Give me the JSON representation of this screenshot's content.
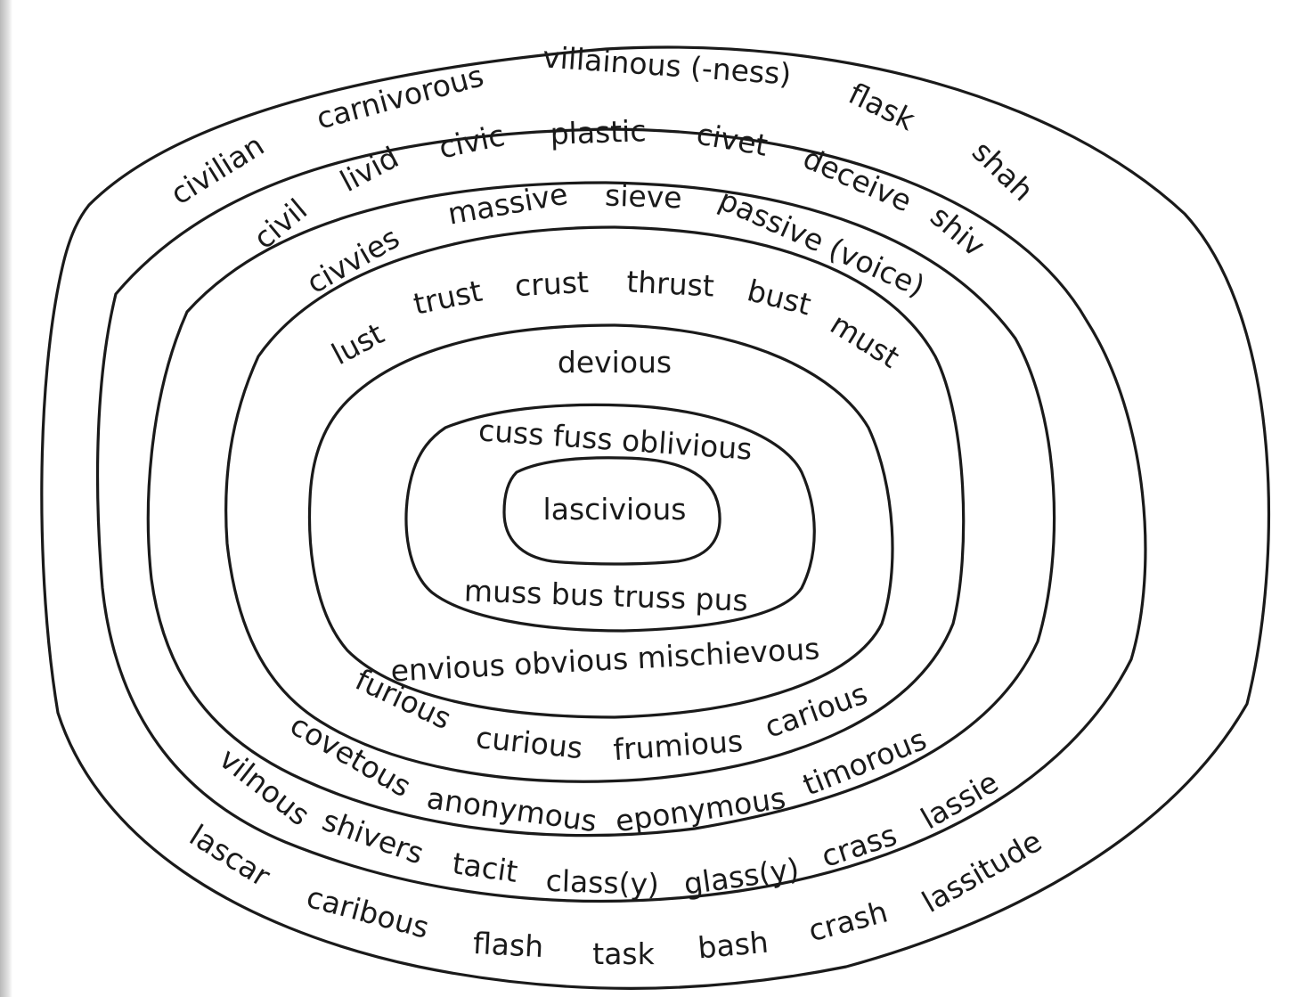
{
  "diagram": {
    "colors": {
      "ink": "#1a1a1a",
      "paper": "#ffffff"
    },
    "rings": [
      {
        "name": "ring-1",
        "words": [
          "lascivious"
        ]
      },
      {
        "name": "ring-2",
        "words": [
          "cuss fuss oblivious",
          "muss bus truss pus"
        ]
      },
      {
        "name": "ring-3",
        "words": [
          "devious",
          "envious obvious mischievous"
        ]
      },
      {
        "name": "ring-4",
        "words": [
          "lust",
          "trust",
          "crust",
          "thrust",
          "bust",
          "must",
          "furious",
          "curious",
          "frumious",
          "carious"
        ]
      },
      {
        "name": "ring-5",
        "words": [
          "civvies",
          "massive",
          "sieve",
          "passive (voice)",
          "covetous",
          "anonymous",
          "eponymous",
          "timorous"
        ]
      },
      {
        "name": "ring-6",
        "words": [
          "civil",
          "livid",
          "civic",
          "plastic",
          "civet",
          "deceive",
          "shiv",
          "vilnous",
          "shivers",
          "tacit",
          "class(y)",
          "glass(y)",
          "crass",
          "lassie"
        ]
      },
      {
        "name": "ring-7",
        "words": [
          "civilian",
          "carnivorous",
          "villainous (-ness)",
          "flask",
          "shah",
          "lascar",
          "caribous",
          "flash",
          "task",
          "bash",
          "crash",
          "lassitude"
        ]
      }
    ]
  }
}
